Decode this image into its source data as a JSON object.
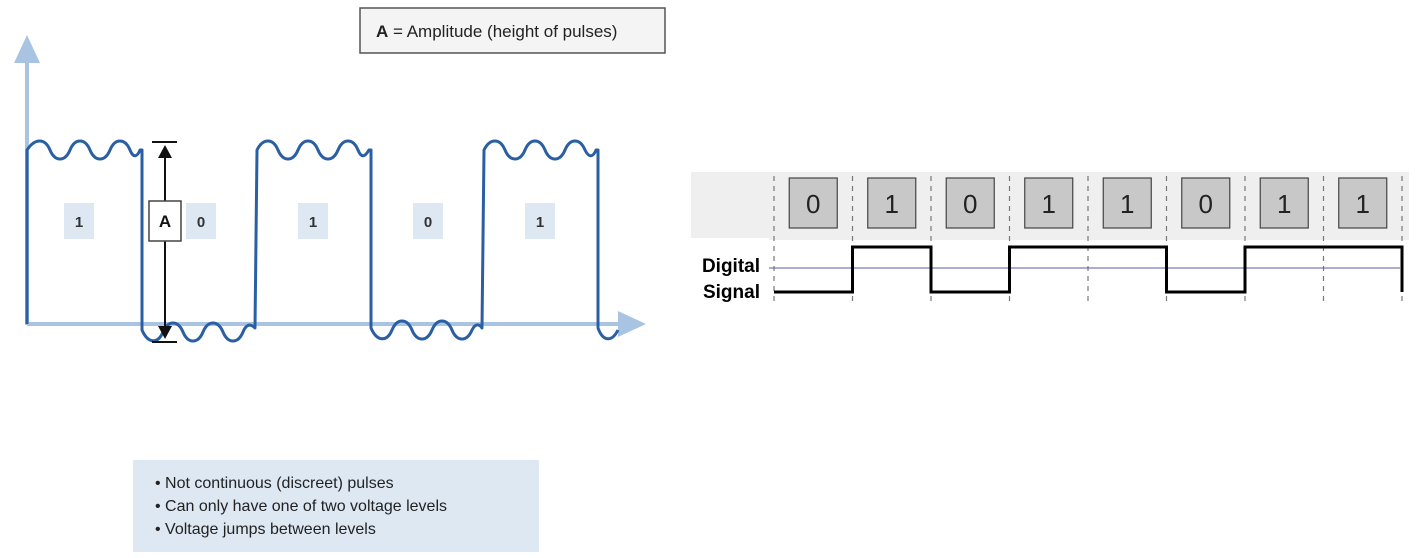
{
  "amplitude_box": {
    "bold": "A",
    "rest": " = Amplitude (height of pulses)"
  },
  "amplitude_marker": "A",
  "pulse_labels": [
    "1",
    "0",
    "1",
    "0",
    "1"
  ],
  "bits": [
    "0",
    "1",
    "0",
    "1",
    "1",
    "0",
    "1",
    "1"
  ],
  "signal_label": {
    "line1": "Digital",
    "line2": "Signal"
  },
  "notes": [
    "Not continuous (discreet) pulses",
    "Can only have one of two voltage levels",
    "Voltage jumps between levels"
  ],
  "colors": {
    "wave": "#2b5fa4",
    "axis": "#a9c4e3",
    "label_bg": "#dde8f3",
    "bit_box": "#c8c8c8",
    "panel": "#efefef",
    "midline": "#5a5aa8"
  }
}
